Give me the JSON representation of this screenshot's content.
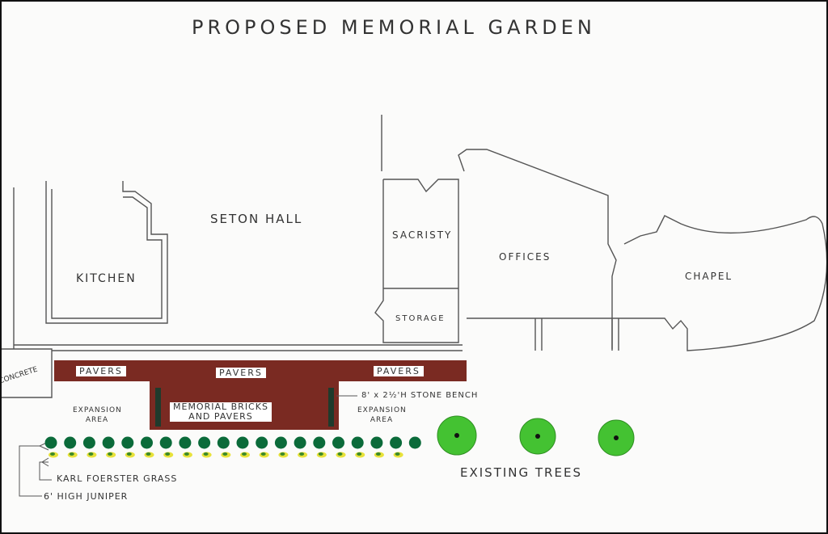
{
  "title": "PROPOSED MEMORIAL GARDEN",
  "rooms": {
    "seton_hall": "SETON HALL",
    "kitchen": "KITCHEN",
    "sacristy": "SACRISTY",
    "storage": "STORAGE",
    "offices": "OFFICES",
    "chapel": "CHAPEL",
    "concrete": "CONCRETE"
  },
  "garden": {
    "pavers_left": "PAVERS",
    "pavers_center": "PAVERS",
    "pavers_right": "PAVERS",
    "memorial_line1": "MEMORIAL BRICKS",
    "memorial_line2": "AND PAVERS",
    "bench": "8' x 2½'H STONE BENCH",
    "expansion_left": "EXPANSION AREA",
    "expansion_right": "EXPANSION AREA",
    "existing_trees": "EXISTING TREES",
    "grass": "KARL FOERSTER GRASS",
    "juniper": "6' HIGH JUNIPER",
    "juniper_count": 20,
    "grass_count": 19
  },
  "colors": {
    "pavers": "#7a2a22",
    "bench": "#1f3a2c",
    "juniper": "#0b6b3a",
    "grass_green": "#3c8a2a",
    "grass_yellow": "#e8e23a",
    "tree": "#44c232"
  }
}
